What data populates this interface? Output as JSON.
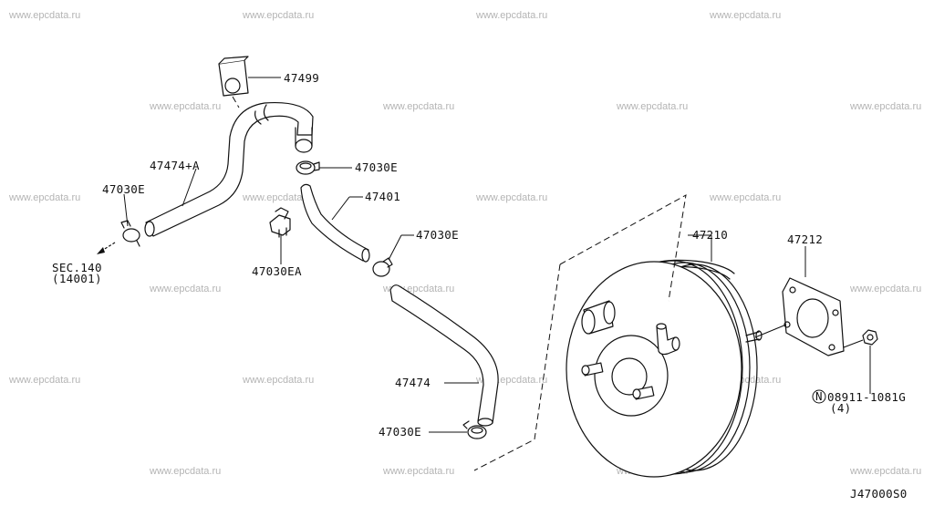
{
  "watermark": "www.epcdata.ru",
  "labels": {
    "p47499": "47499",
    "p47474a": "47474+A",
    "p47030e_1": "47030E",
    "p47030e_2": "47030E",
    "p47030e_3": "47030E",
    "p47030e_4": "47030E",
    "p47401": "47401",
    "p47030ea": "47030EA",
    "p47474": "47474",
    "p47210": "47210",
    "p47212": "47212",
    "nut_code": "08911-1081G",
    "nut_qty": "(4)",
    "nut_marker": "N",
    "sec_ref": "SEC.140",
    "sec_sub": "(14001)"
  },
  "diagram_code": "J47000S0"
}
